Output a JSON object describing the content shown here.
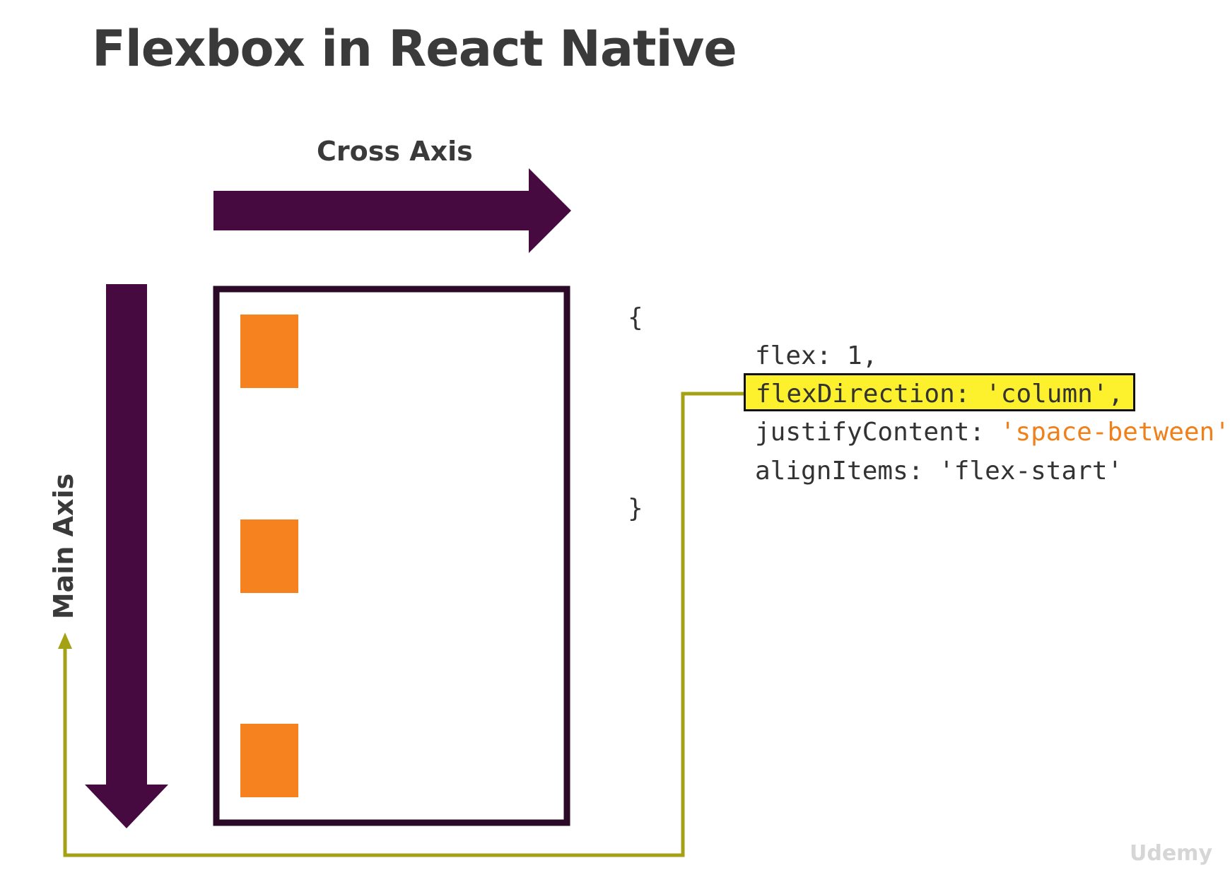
{
  "title": "Flexbox in React Native",
  "axes": {
    "cross_label": "Cross Axis",
    "main_label": "Main Axis"
  },
  "colors": {
    "arrow": "#460a40",
    "box_item": "#f5821e",
    "connector": "#a5a114",
    "highlight": "#fdf12e",
    "orange_string": "#f0801a",
    "text": "#3a3a3a"
  },
  "code": {
    "open_brace": "{",
    "close_brace": "}",
    "flex": "flex: 1,",
    "flex_direction": "flexDirection: 'column',",
    "justify_key": "justifyContent: ",
    "justify_value": "'space-between'",
    "justify_suffix": ",",
    "align_items": "alignItems: 'flex-start'"
  },
  "watermark": "Udemy"
}
